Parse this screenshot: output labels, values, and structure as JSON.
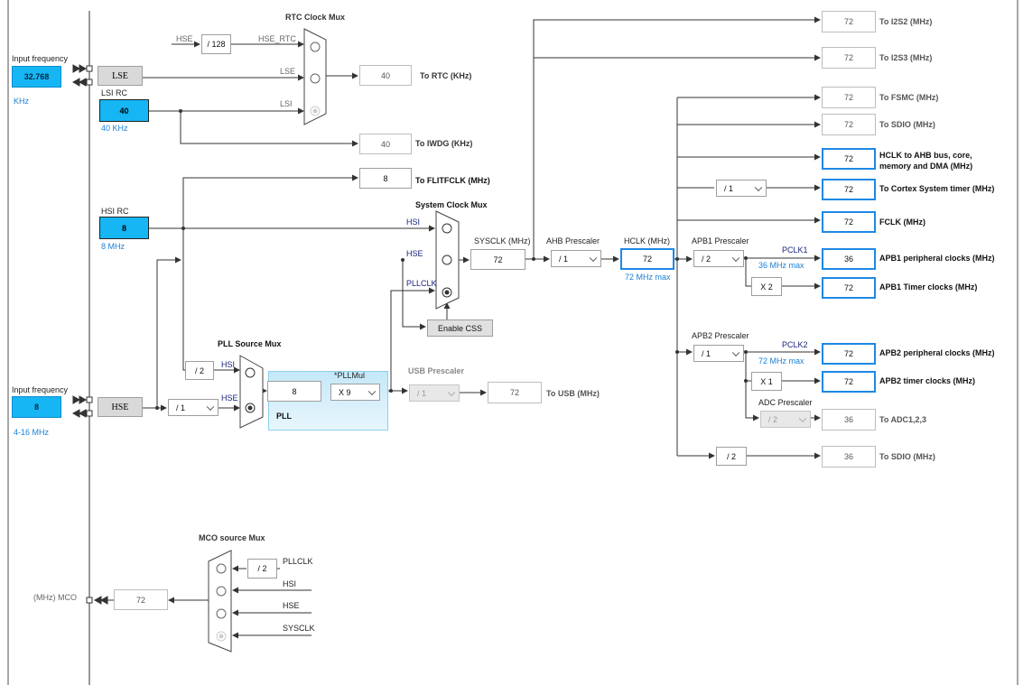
{
  "rtc_mux": {
    "title": "RTC Clock Mux",
    "in_hse": "HSE",
    "hse_div": "/ 128",
    "in_hse_rtc": "HSE_RTC",
    "in_lse": "LSE",
    "in_lsi": "LSI",
    "rtc_value": "40",
    "rtc_label": "To RTC (KHz)",
    "iwdg_value": "40",
    "iwdg_label": "To IWDG (KHz)",
    "flit_value": "8",
    "flit_label": "To FLITFCLK (MHz)"
  },
  "lse_input": {
    "label": "Input frequency",
    "value": "32.768",
    "unit": "KHz",
    "block": "LSE"
  },
  "lsi": {
    "label": "LSI RC",
    "value": "40",
    "unit": "40 KHz"
  },
  "hsi": {
    "label": "HSI RC",
    "value": "8",
    "unit": "8 MHz"
  },
  "hse_input": {
    "label": "Input frequency",
    "value": "8",
    "unit": "4-16 MHz",
    "block": "HSE",
    "prediv": "/ 1"
  },
  "sysclk_mux": {
    "title": "System Clock Mux",
    "in_hsi": "HSI",
    "in_hse": "HSE",
    "in_pllclk": "PLLCLK",
    "css_button": "Enable CSS",
    "sysclk_label": "SYSCLK (MHz)",
    "sysclk_value": "72"
  },
  "pll": {
    "source_title": "PLL Source Mux",
    "hsi_div": "/ 2",
    "in_hsi": "HSI",
    "in_hse": "HSE",
    "value": "8",
    "mul_label": "*PLLMul",
    "mul_value": "X 9",
    "name": "PLL"
  },
  "usb": {
    "title": "USB Prescaler",
    "div": "/ 1",
    "value": "72",
    "label": "To USB (MHz)"
  },
  "ahb": {
    "title": "AHB Prescaler",
    "div": "/ 1",
    "hclk_label": "HCLK (MHz)",
    "hclk_value": "72",
    "hclk_max": "72 MHz max"
  },
  "apb1": {
    "title": "APB1 Prescaler",
    "div": "/ 2",
    "pclk": "PCLK1",
    "max": "36 MHz max",
    "timer_mul": "X 2"
  },
  "apb2": {
    "title": "APB2 Prescaler",
    "div": "/ 1",
    "pclk": "PCLK2",
    "max": "72 MHz max",
    "timer_mul": "X 1"
  },
  "adc": {
    "title": "ADC Prescaler",
    "div": "/ 2"
  },
  "cortex_div": "/ 1",
  "sdio_div": "/ 2",
  "outputs": {
    "i2s2": {
      "value": "72",
      "label": "To I2S2 (MHz)"
    },
    "i2s3": {
      "value": "72",
      "label": "To I2S3 (MHz)"
    },
    "fsmc": {
      "value": "72",
      "label": "To FSMC (MHz)"
    },
    "sdio_top": {
      "value": "72",
      "label": "To SDIO (MHz)"
    },
    "hclk": {
      "value": "72",
      "label1": "HCLK to AHB bus, core,",
      "label2": "memory and DMA (MHz)"
    },
    "cortex": {
      "value": "72",
      "label": "To Cortex System timer (MHz)"
    },
    "fclk": {
      "value": "72",
      "label": "FCLK (MHz)"
    },
    "apb1_periph": {
      "value": "36",
      "label": "APB1 peripheral clocks (MHz)"
    },
    "apb1_timer": {
      "value": "72",
      "label": "APB1 Timer clocks (MHz)"
    },
    "apb2_periph": {
      "value": "72",
      "label": "APB2 peripheral clocks (MHz)"
    },
    "apb2_timer": {
      "value": "72",
      "label": "APB2 timer clocks (MHz)"
    },
    "adc": {
      "value": "36",
      "label": "To ADC1,2,3"
    },
    "sdio_bottom": {
      "value": "36",
      "label": "To SDIO (MHz)"
    }
  },
  "mco": {
    "title": "MCO source Mux",
    "pll_div": "/ 2",
    "in_pllclk": "PLLCLK",
    "in_hsi": "HSI",
    "in_hse": "HSE",
    "in_sysclk": "SYSCLK",
    "label": "(MHz) MCO",
    "value": "72"
  }
}
